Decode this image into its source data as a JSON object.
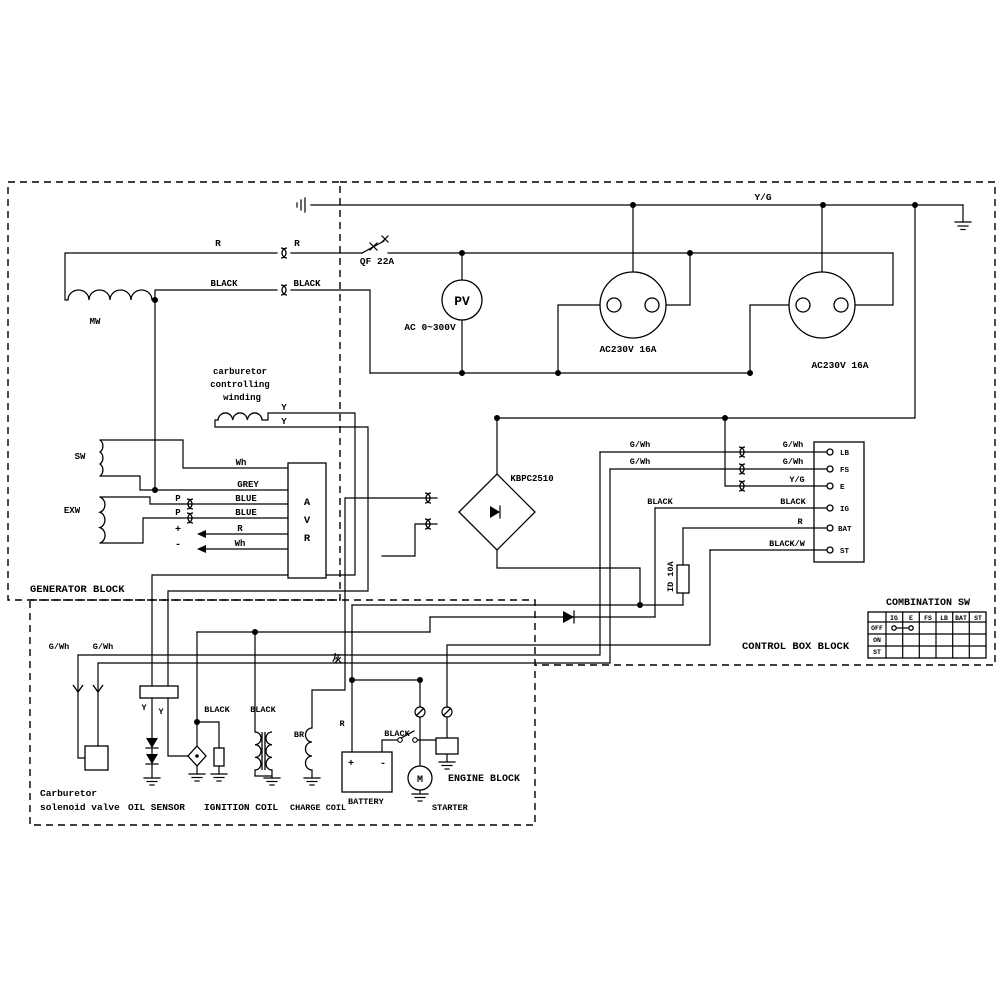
{
  "blocks": {
    "generator": "GENERATOR BLOCK",
    "control_box": "CONTROL BOX BLOCK",
    "engine": "ENGINE BLOCK"
  },
  "top": {
    "ground_wire": "Y/G",
    "r_wire": "R",
    "r_wire2": "R",
    "breaker": "QF 22A",
    "voltmeter": "PV",
    "voltmeter_range": "AC 0~300V",
    "outlet1": "AC230V 16A",
    "outlet2": "AC230V 16A"
  },
  "generator": {
    "mw": "MW",
    "black1": "BLACK",
    "black2": "BLACK",
    "carb_winding": {
      "line1": "carburetor",
      "line2": "controlling",
      "line3": "winding"
    },
    "y1": "Y",
    "y2": "Y",
    "sw": "SW",
    "exw": "EXW",
    "wh": "Wh",
    "grey": "GREY",
    "blue1": "BLUE",
    "blue2": "BLUE",
    "r": "R",
    "wh2": "Wh",
    "p1": "P",
    "p2": "P",
    "plus": "+",
    "minus": "-",
    "avr1": "A",
    "avr2": "V",
    "avr3": "R"
  },
  "control": {
    "rectifier": "KBPC2510",
    "gwh1": "G/Wh",
    "gwh2": "G/Wh",
    "black_ig": "BLACK",
    "fuse": "ID 10A",
    "wire_gwh1": "G/Wh",
    "wire_gwh2": "G/Wh",
    "wire_yg": "Y/G",
    "wire_black": "BLACK",
    "wire_r": "R",
    "wire_black_w": "BLACK/W",
    "terminals": [
      "LB",
      "FS",
      "E",
      "IG",
      "BAT",
      "ST"
    ],
    "combination_sw": {
      "title": "COMBINATION SW",
      "columns": [
        "IG",
        "E",
        "FS",
        "LB",
        "BAT",
        "ST"
      ],
      "rows": [
        "OFF",
        "ON",
        "ST"
      ]
    }
  },
  "engine": {
    "gwh1": "G/Wh",
    "gwh2": "G/Wh",
    "y1": "Y",
    "y2": "Y",
    "black1": "BLACK",
    "black2": "BLACK",
    "br": "BR",
    "grey_cn": "灰",
    "r": "R",
    "black3": "BLACK",
    "battery_plus": "+",
    "battery_minus": "-",
    "motor": "M",
    "carburetor_line1": "Carburetor",
    "carburetor_line2": "solenoid valve",
    "oil_sensor": "OIL SENSOR",
    "ignition_coil": "IGNITION COIL",
    "charge_coil": "CHARGE COIL",
    "battery": "BATTERY",
    "starter": "STARTER"
  }
}
